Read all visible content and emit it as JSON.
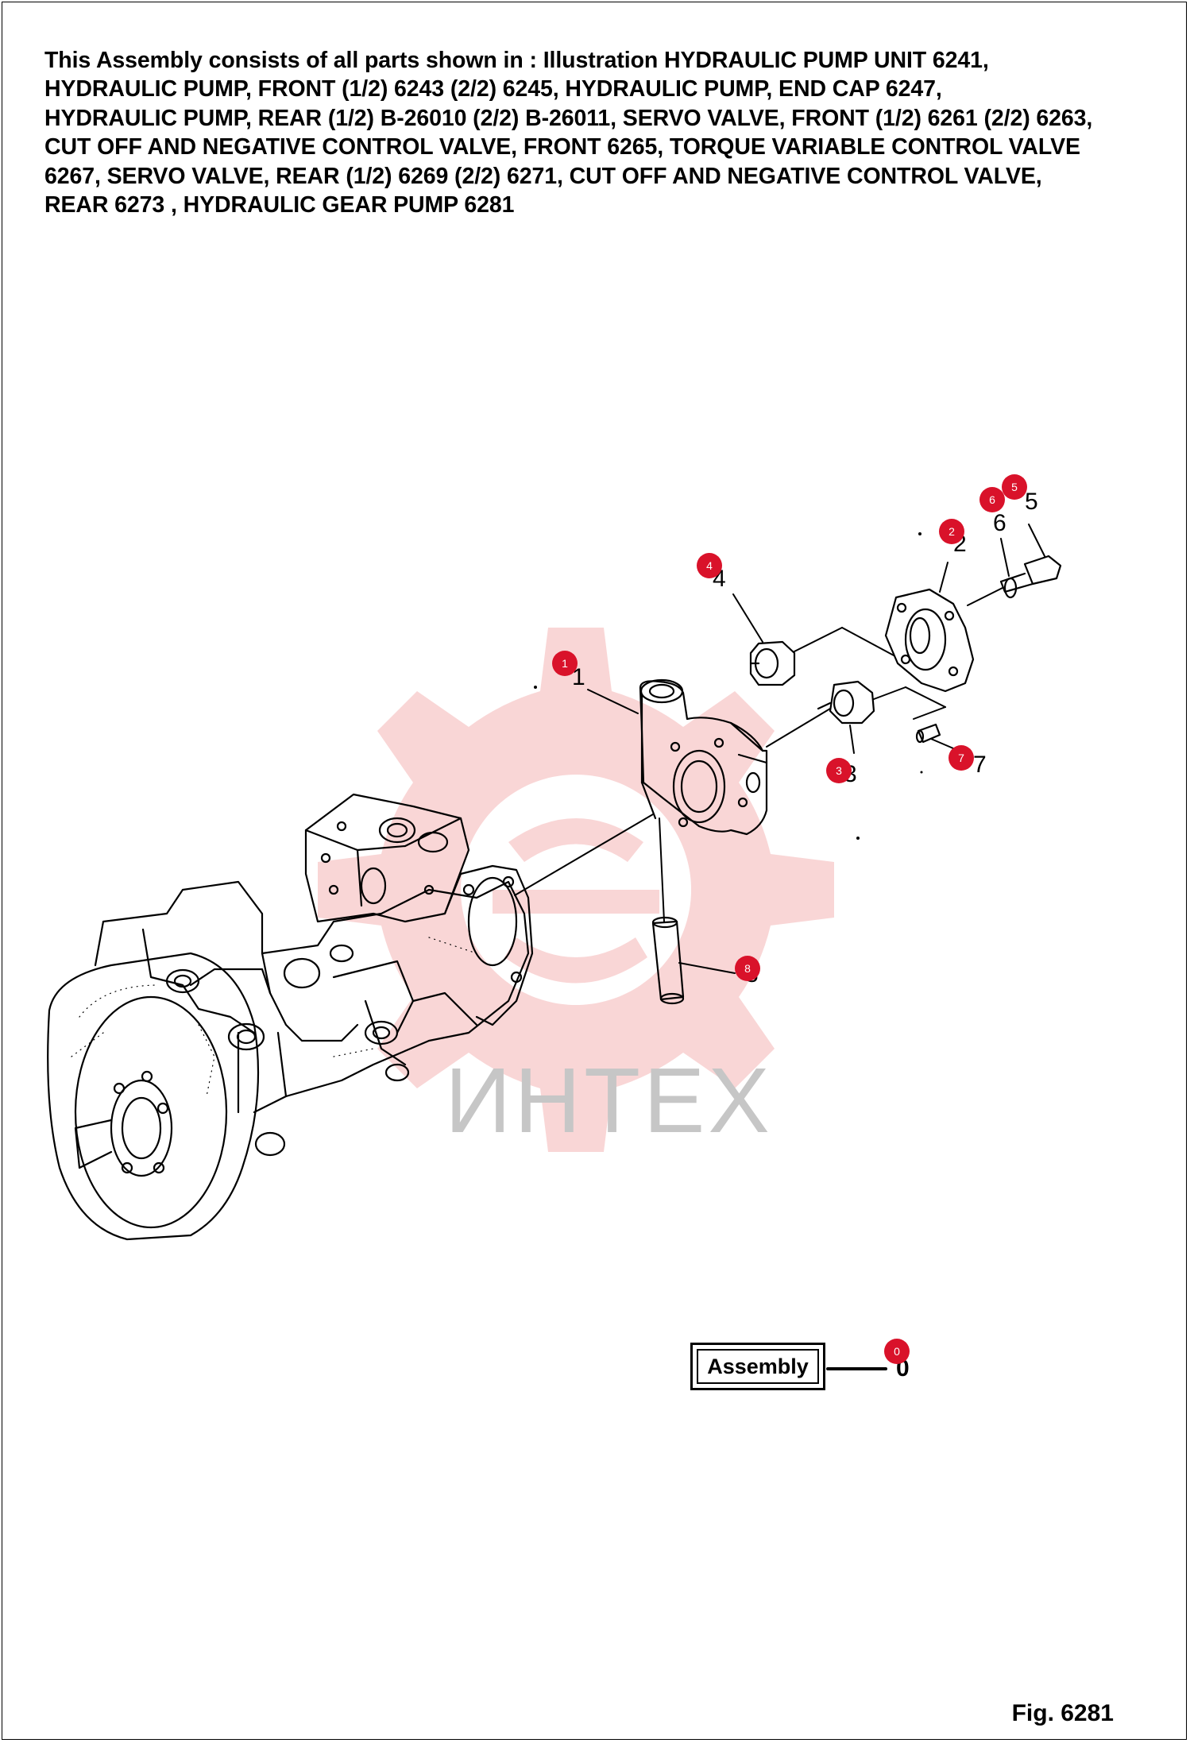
{
  "header": {
    "lines": [
      "This Assembly consists of all parts shown in : Illustration HYDRAULIC PUMP UNIT 6241,",
      "HYDRAULIC PUMP, FRONT (1/2) 6243  (2/2) 6245, HYDRAULIC PUMP, END CAP 6247,",
      "HYDRAULIC PUMP, REAR (1/2) B-26010 (2/2) B-26011, SERVO VALVE, FRONT (1/2) 6261 (2/2) 6263,",
      "CUT OFF AND NEGATIVE CONTROL VALVE, FRONT 6265, TORQUE VARIABLE CONTROL VALVE",
      "6267, SERVO VALVE, REAR (1/2) 6269 (2/2) 6271, CUT OFF AND  NEGATIVE CONTROL VALVE,",
      "REAR 6273 , HYDRAULIC GEAR PUMP 6281"
    ]
  },
  "callouts": {
    "c0": "0",
    "c1": "1",
    "c2": "2",
    "c3": "3",
    "c4": "4",
    "c5": "5",
    "c6": "6",
    "c7": "7",
    "c8": "8"
  },
  "part_numbers": {
    "p1": "1",
    "p2": "2",
    "p3": "3",
    "p4": "4",
    "p5": "5",
    "p6": "6",
    "p7": "7",
    "p8": "8",
    "p0": "0"
  },
  "assembly_label": "Assembly",
  "watermark": "ИНТЕХ",
  "figure_label": "Fig. 6281",
  "colors": {
    "callout": "#d9122a",
    "watermark_gear": "#f7c9c9",
    "watermark_text": "#c6c6c6"
  }
}
